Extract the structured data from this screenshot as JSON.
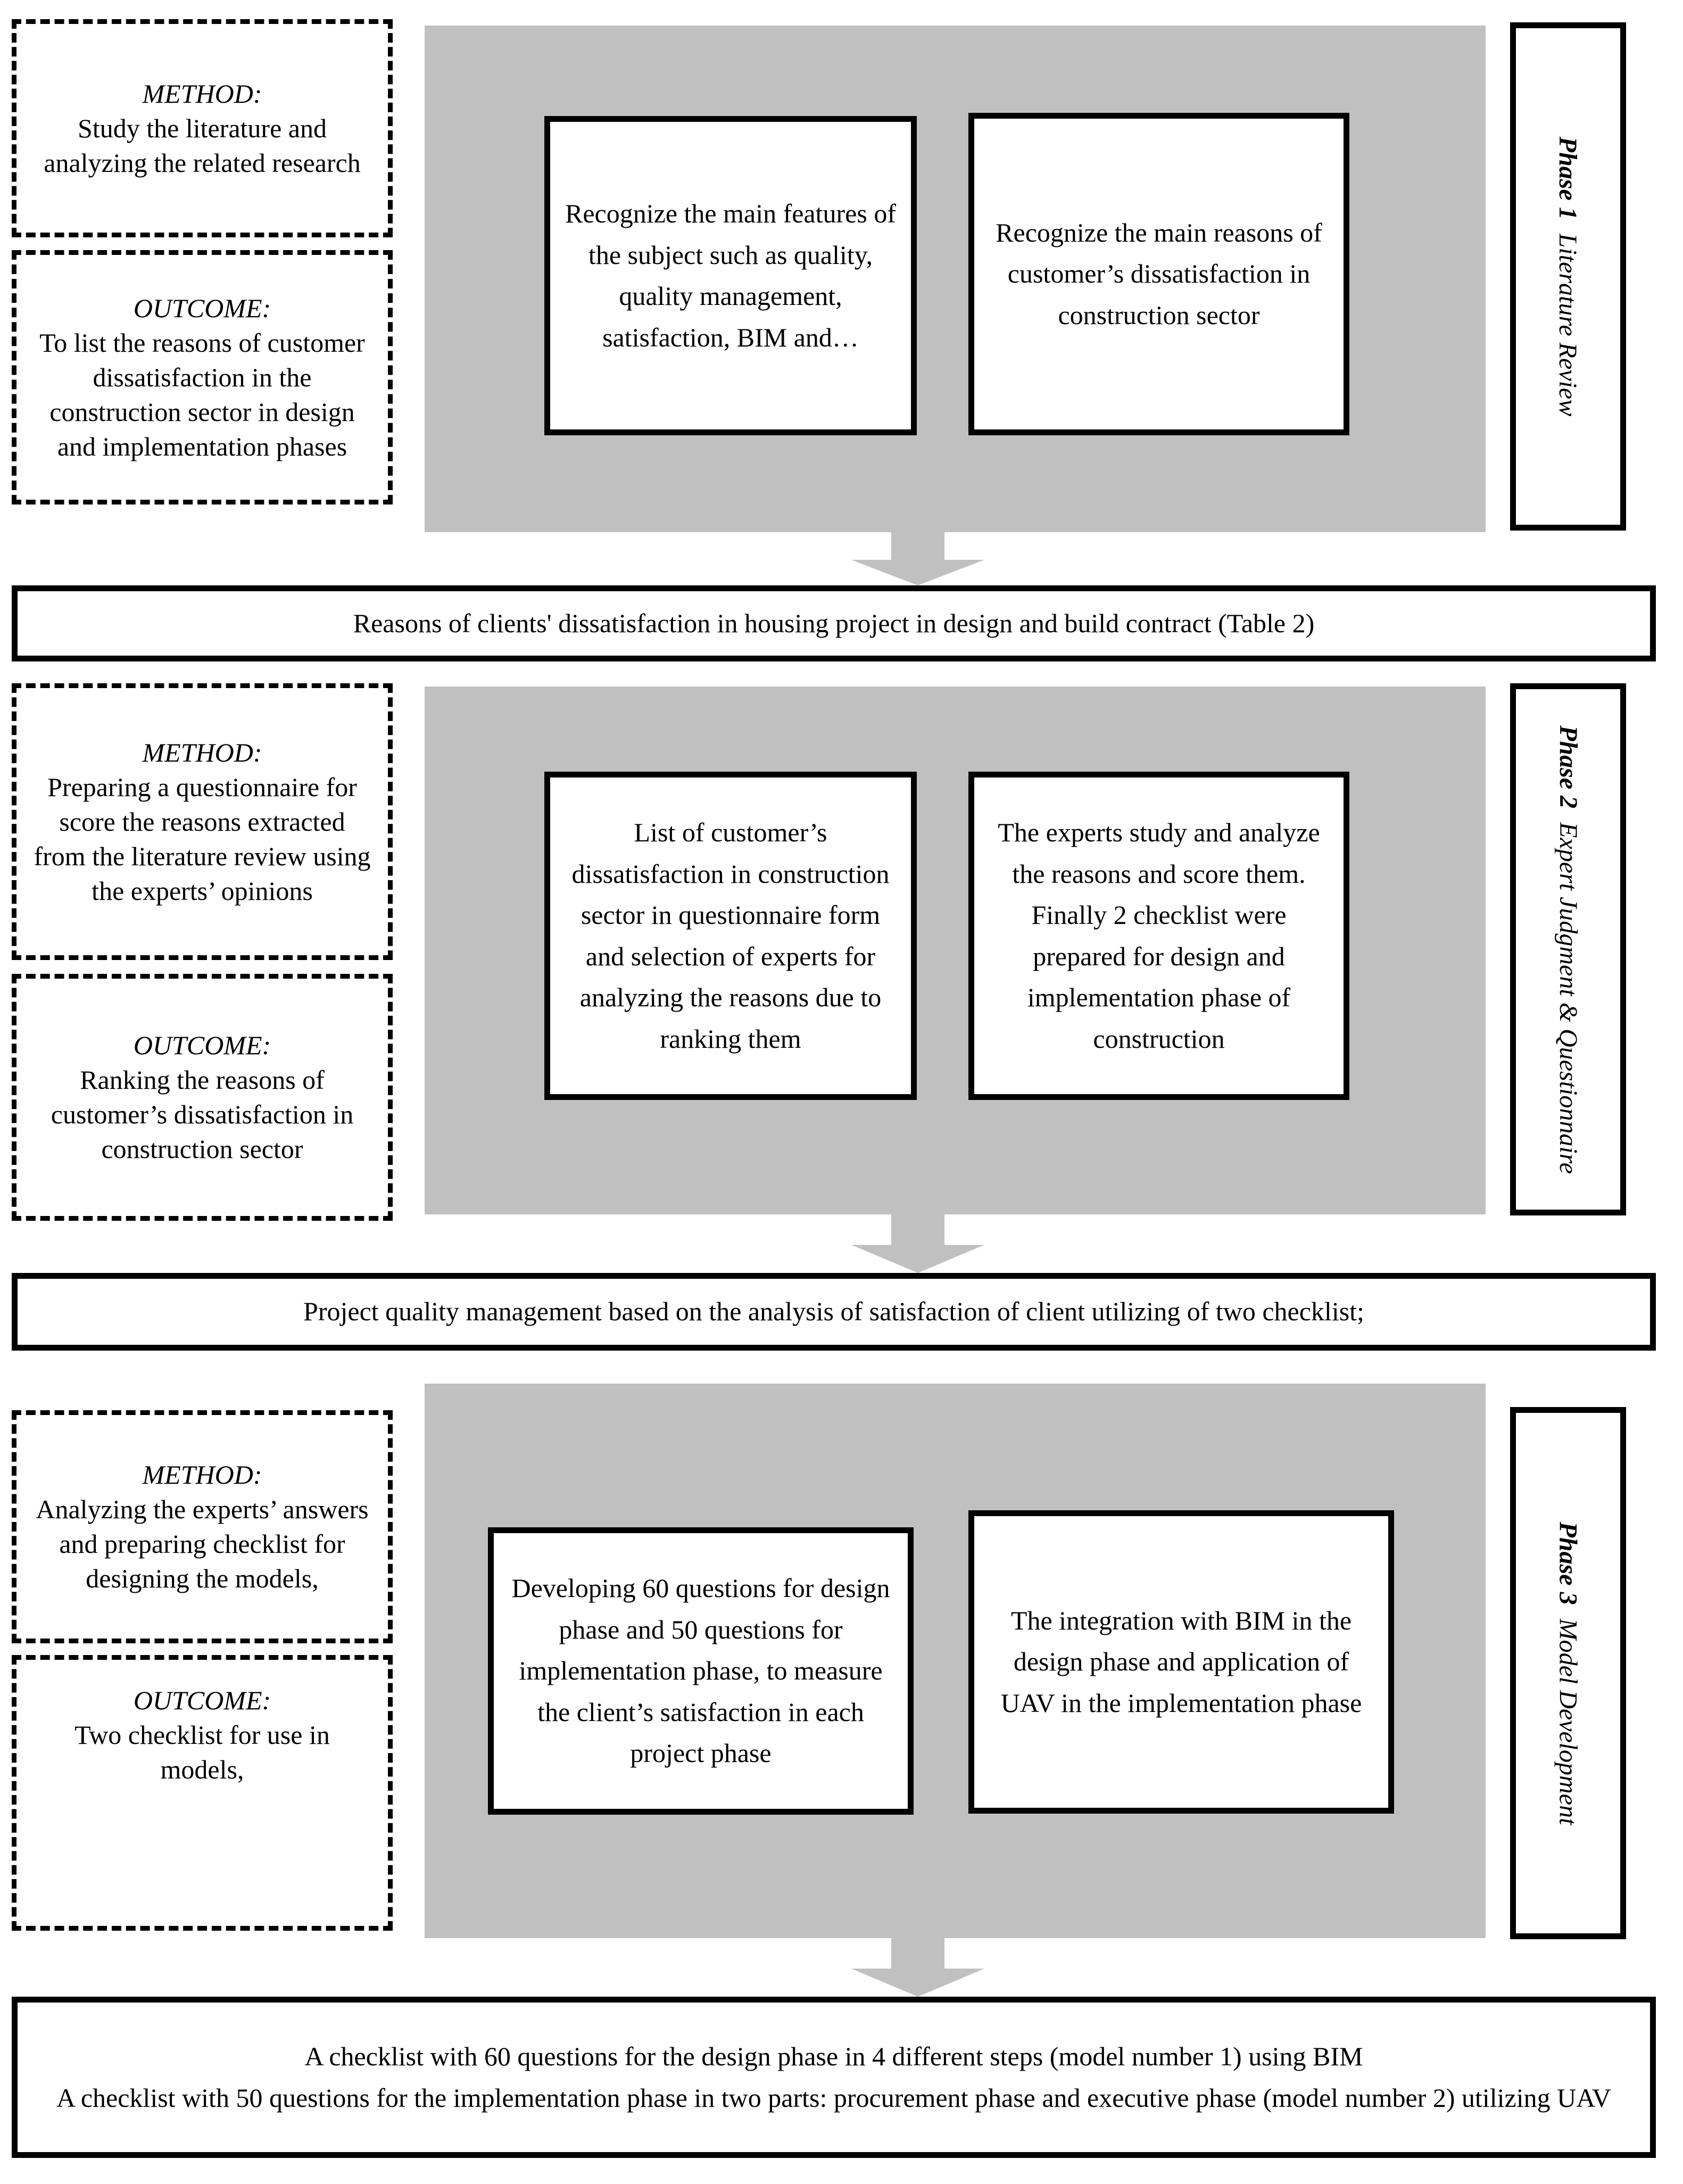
{
  "figure": {
    "title": "Research methodology flowchart",
    "colors": {
      "panel_gray": "#c0c0c0",
      "arrow_gray": "#c0c0c0",
      "stroke_black": "#000000",
      "background_white": "#ffffff"
    }
  },
  "phases": [
    {
      "id": "phase-1",
      "label_number": "Phase 1",
      "label_name": "Literature Review",
      "method": {
        "kicker": "METHOD:",
        "text": "Study the literature and analyzing the related research"
      },
      "outcome": {
        "kicker": "OUTCOME:",
        "text": "To list the reasons of customer dissatisfaction in the construction sector in design and implementation phases"
      },
      "boxes": [
        "Recognize the main features of the subject such as quality, quality management, satisfaction, BIM and…",
        "Recognize the main reasons of customer’s dissatisfaction in construction sector"
      ]
    },
    {
      "id": "phase-2",
      "label_number": "Phase 2",
      "label_name": "Expert Judgment & Questionnaire",
      "method": {
        "kicker": "METHOD:",
        "text": "Preparing a questionnaire for score the reasons extracted from the literature review using the experts’ opinions"
      },
      "outcome": {
        "kicker": "OUTCOME:",
        "text": "Ranking the reasons of customer’s dissatisfaction in construction sector"
      },
      "boxes": [
        "List of customer’s dissatisfaction in construction sector in questionnaire form and selection of experts for analyzing the reasons due to ranking them",
        "The experts study and analyze the reasons and score them. Finally 2 checklist were prepared for design and implementation phase of construction"
      ]
    },
    {
      "id": "phase-3",
      "label_number": "Phase 3",
      "label_name": "Model Development",
      "method": {
        "kicker": "METHOD:",
        "text": "Analyzing the experts’ answers and preparing checklist for designing the models,"
      },
      "outcome": {
        "kicker": "OUTCOME:",
        "text": "Two checklist for use in models,"
      },
      "boxes": [
        "Developing 60 questions for design phase and 50 questions for implementation phase, to measure the client’s satisfaction in each project phase",
        "The integration with BIM in the design phase and application of UAV in the implementation phase"
      ]
    }
  ],
  "banners": [
    {
      "id": "banner-1",
      "text": "Reasons of clients' dissatisfaction in housing project in design and build contract (Table 2)"
    },
    {
      "id": "banner-2",
      "text": "Project quality management based on the analysis of satisfaction of client utilizing of two checklist;"
    },
    {
      "id": "banner-3",
      "line1": "A checklist with 60 questions for the design phase in 4 different steps (model number 1) using BIM",
      "line2": "A checklist with 50 questions for the implementation phase in two parts: procurement phase and executive phase (model number 2) utilizing UAV"
    }
  ],
  "connectors": [
    {
      "id": "arrow-1",
      "icon": "arrow-down-icon"
    },
    {
      "id": "arrow-2",
      "icon": "arrow-down-icon"
    },
    {
      "id": "arrow-3",
      "icon": "arrow-down-icon"
    }
  ]
}
